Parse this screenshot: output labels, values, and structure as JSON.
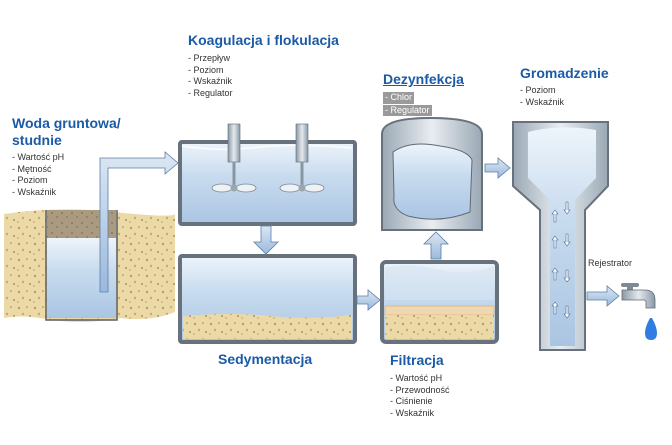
{
  "stages": {
    "groundwater": {
      "title_1": "Woda gruntowa/",
      "title_2": "studnie",
      "items": [
        "Wartość pH",
        "Mętność",
        "Poziom",
        "Wskaźnik"
      ]
    },
    "coagulation": {
      "title": "Koagulacja i flokulacja",
      "items": [
        "Przepływ",
        "Poziom",
        "Wskaźnik",
        "Regulator"
      ]
    },
    "disinfection": {
      "title": "Dezynfekcja",
      "items": [
        "Chlor",
        "Regulator"
      ]
    },
    "storage": {
      "title": "Gromadzenie",
      "items": [
        "Poziom",
        "Wskaźnik"
      ]
    },
    "sedimentation": {
      "title": "Sedymentacja"
    },
    "filtration": {
      "title": "Filtracja",
      "items": [
        "Wartość pH",
        "Przewodność",
        "Ciśnienie",
        "Wskaźnik"
      ]
    }
  },
  "recorder_label": "Rejestrator",
  "colors": {
    "title": "#1a5aa6",
    "water": "#c5d9ee",
    "sand": "#ead7a6",
    "arrow": "#a9c4e2"
  }
}
